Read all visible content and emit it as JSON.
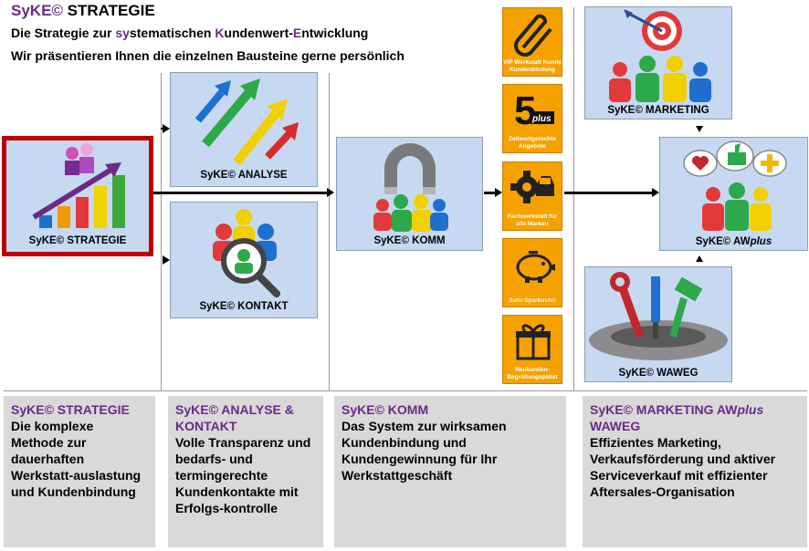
{
  "header": {
    "brand": "SyKE©",
    "title_rest": " STRATEGIE",
    "line1": [
      "Die Strategie zur ",
      "sy",
      "stematischen ",
      "K",
      "undenwert-",
      "E",
      "ntwicklung"
    ],
    "line2": "Wir präsentieren Ihnen die einzelnen Bausteine gerne persönlich"
  },
  "boxes": {
    "strategie": "SyKE© STRATEGIE",
    "analyse": "SyKE© ANALYSE",
    "kontakt": "SyKE© KONTAKT",
    "komm": "SyKE© KOMM",
    "marketing": "SyKE© MARKETING",
    "awplus_prefix": "SyKE© AW",
    "awplus_suffix": "plus",
    "waweg": "SyKE© WAWEG"
  },
  "orange_tiles": [
    {
      "label": "VIP Werkstatt Kunde Kundenbindung",
      "icon": "paperclip-icon"
    },
    {
      "label": "Zeitwertgerechte Angebote",
      "icon": "five-plus-icon",
      "badge_number": "5",
      "badge_text": "plus"
    },
    {
      "label": "Fachwerkstatt für alle Marken",
      "icon": "gear-car-icon"
    },
    {
      "label": "Auto-Sparbuch©",
      "icon": "piggy-bank-icon"
    },
    {
      "label": "Neukunden-Begrüßungspaket",
      "icon": "gift-icon"
    }
  ],
  "panels": [
    {
      "title": "SyKE© STRATEGIE",
      "body": "Die komplexe Methode zur dauerhaften Werkstatt-auslastung und Kundenbindung"
    },
    {
      "title": "SyKE© ANALYSE & KONTAKT",
      "body": "Volle Transparenz und bedarfs- und termingerechte Kundenkontakte mit Erfolgs-kontrolle"
    },
    {
      "title": "SyKE© KOMM",
      "body": "Das System zur wirksamen Kundenbindung und Kundengewinnung für Ihr Werkstattgeschäft"
    },
    {
      "title": "SyKE© MARKETING AW",
      "title_italic": "plus",
      "title_line3": "WAWEG",
      "body": "Effizientes Marketing, Verkaufsförderung und aktiver Serviceverkauf mit effizienter Aftersales-Organisation"
    }
  ],
  "colors": {
    "purple": "#6a2a86",
    "orange": "#f5a200",
    "box_blue": "#c6d9f1",
    "red_frame": "#c00000",
    "panel_grey": "#d9d9d9"
  }
}
